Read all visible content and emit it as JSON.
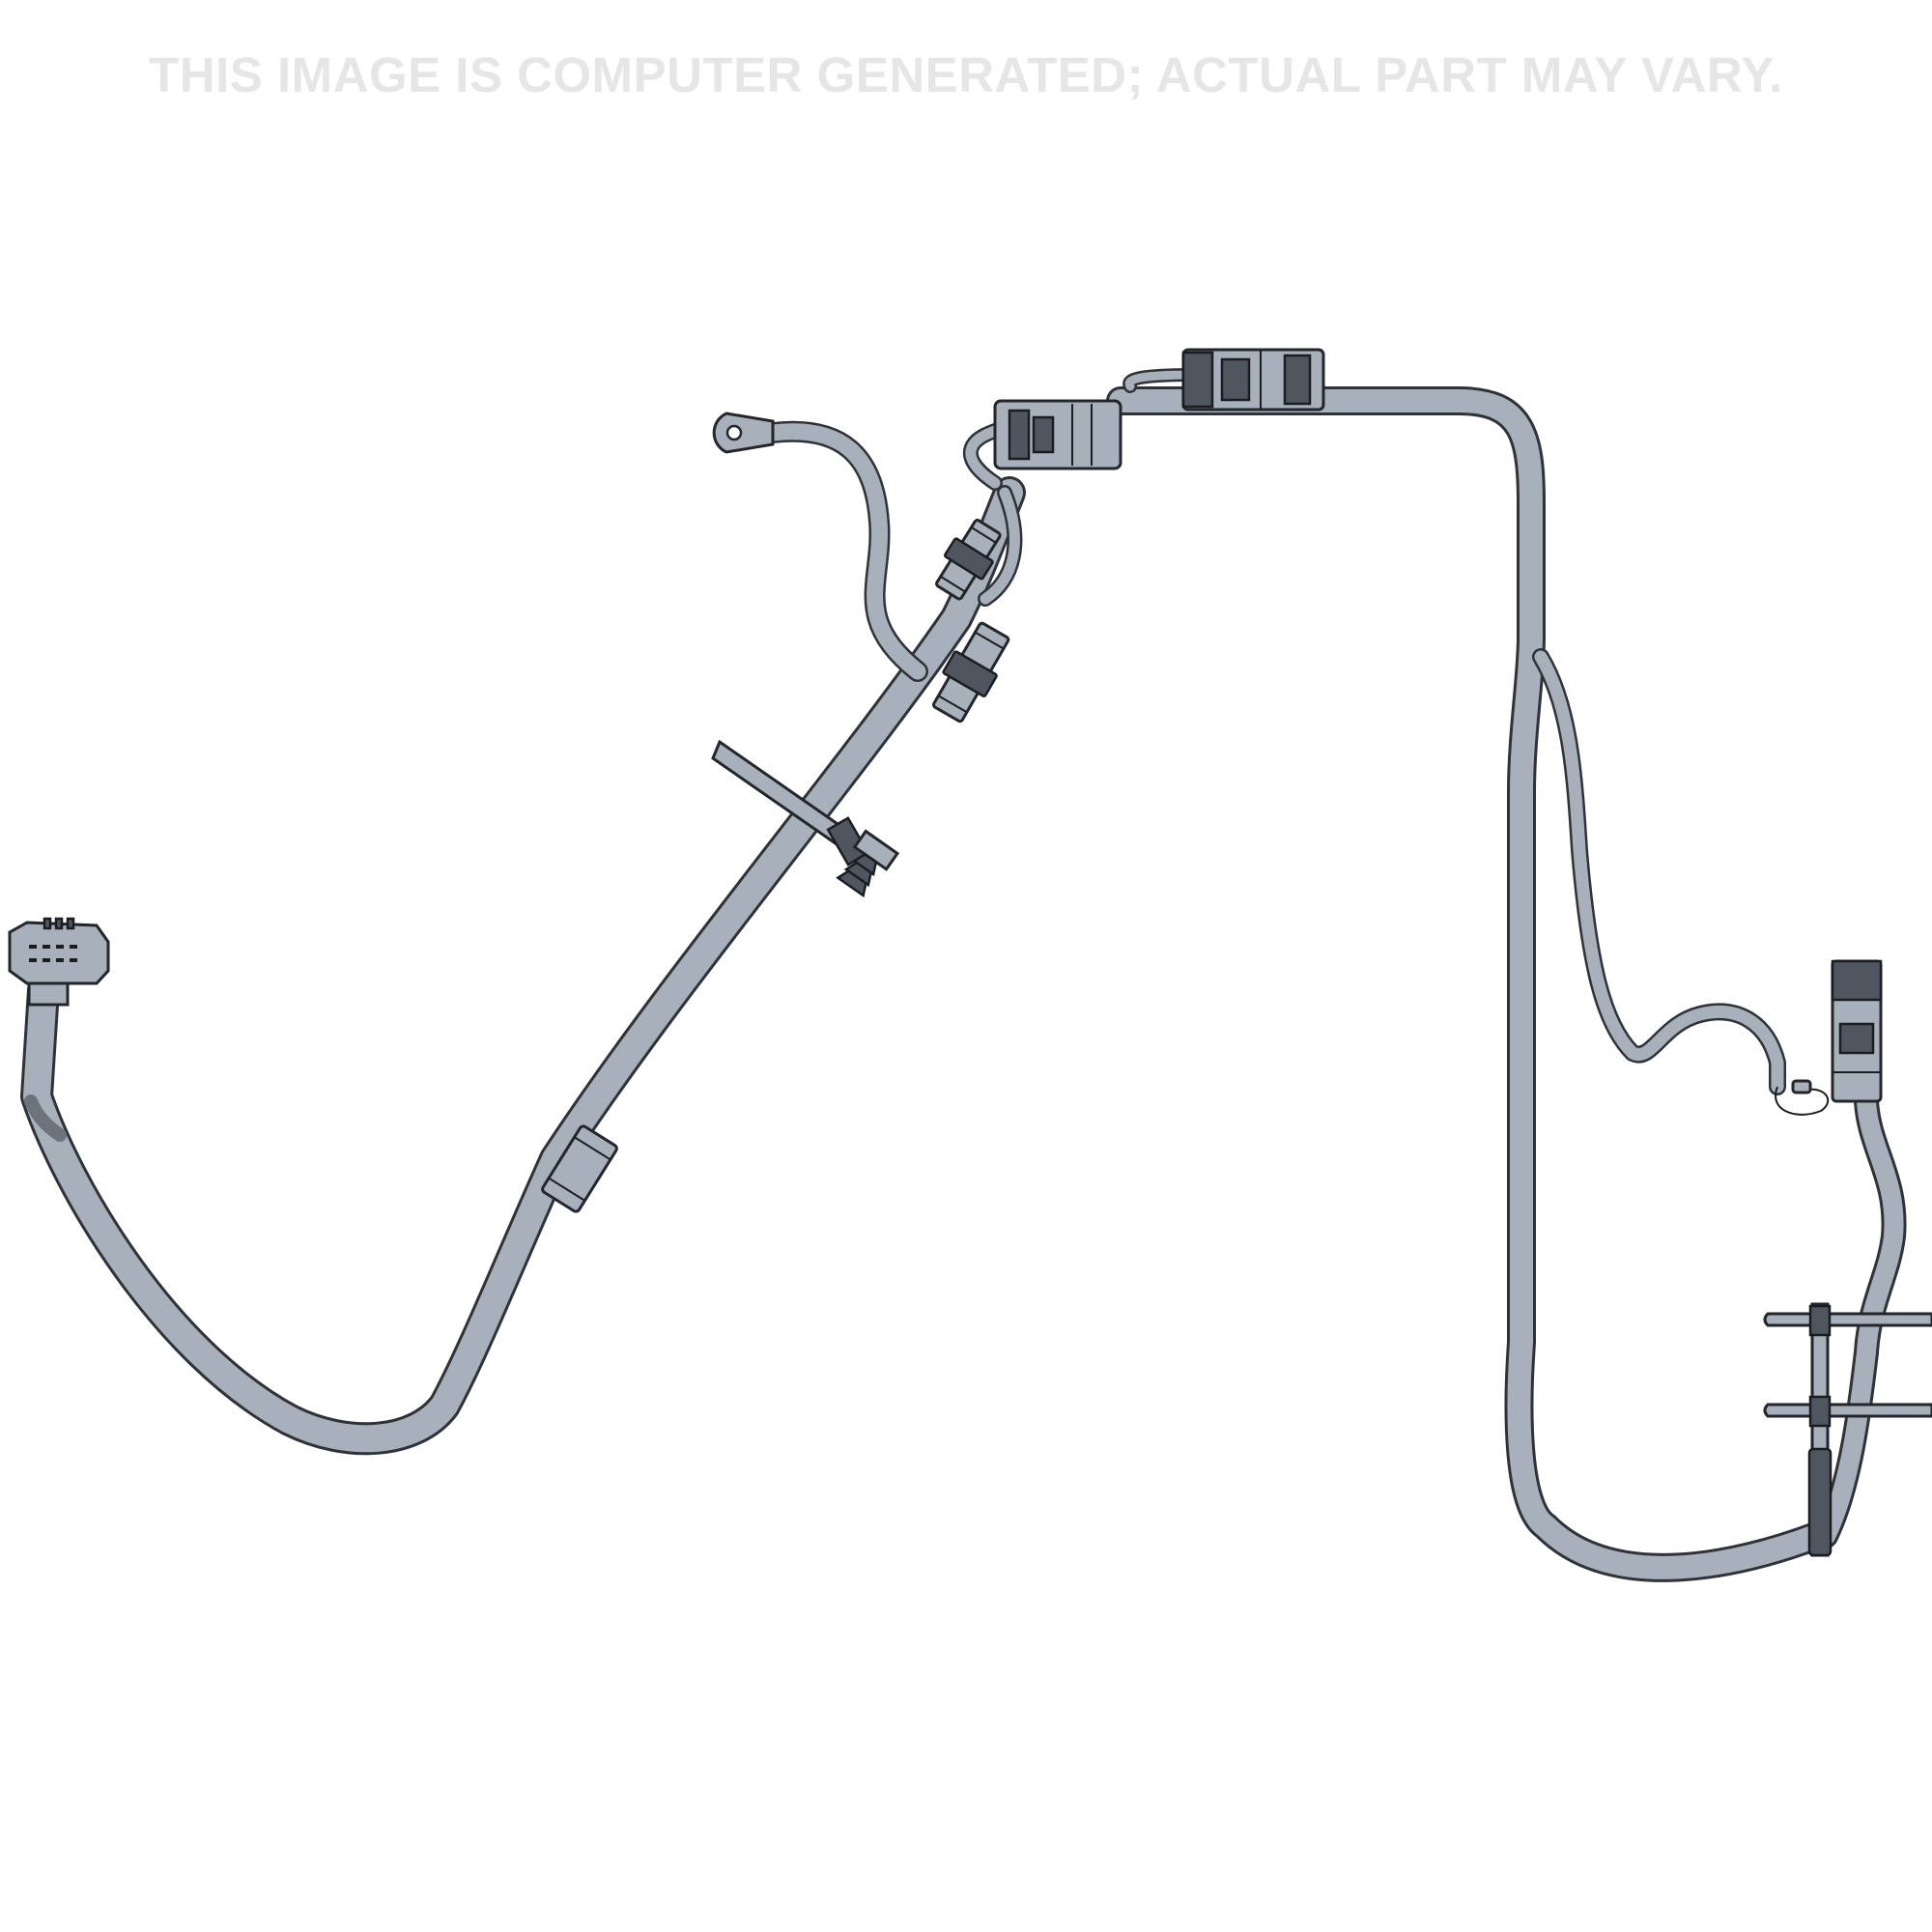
{
  "disclaimer": "THIS IMAGE IS COMPUTER GENERATED; ACTUAL PART MAY VARY.",
  "colors": {
    "background": "#ffffff",
    "disclaimer_text": "#e6e6e6",
    "harness": "#a7b0bb",
    "harness_outline": "#2f3338",
    "connector_dark": "#4f5660"
  },
  "illustration": {
    "subject": "wiring harness drawing",
    "components": [
      "multi-pin connector (left)",
      "ring terminal",
      "inline connectors",
      "push-in clip",
      "cable tie",
      "branch connector",
      "mounting bracket",
      "small pigtail terminal"
    ]
  }
}
